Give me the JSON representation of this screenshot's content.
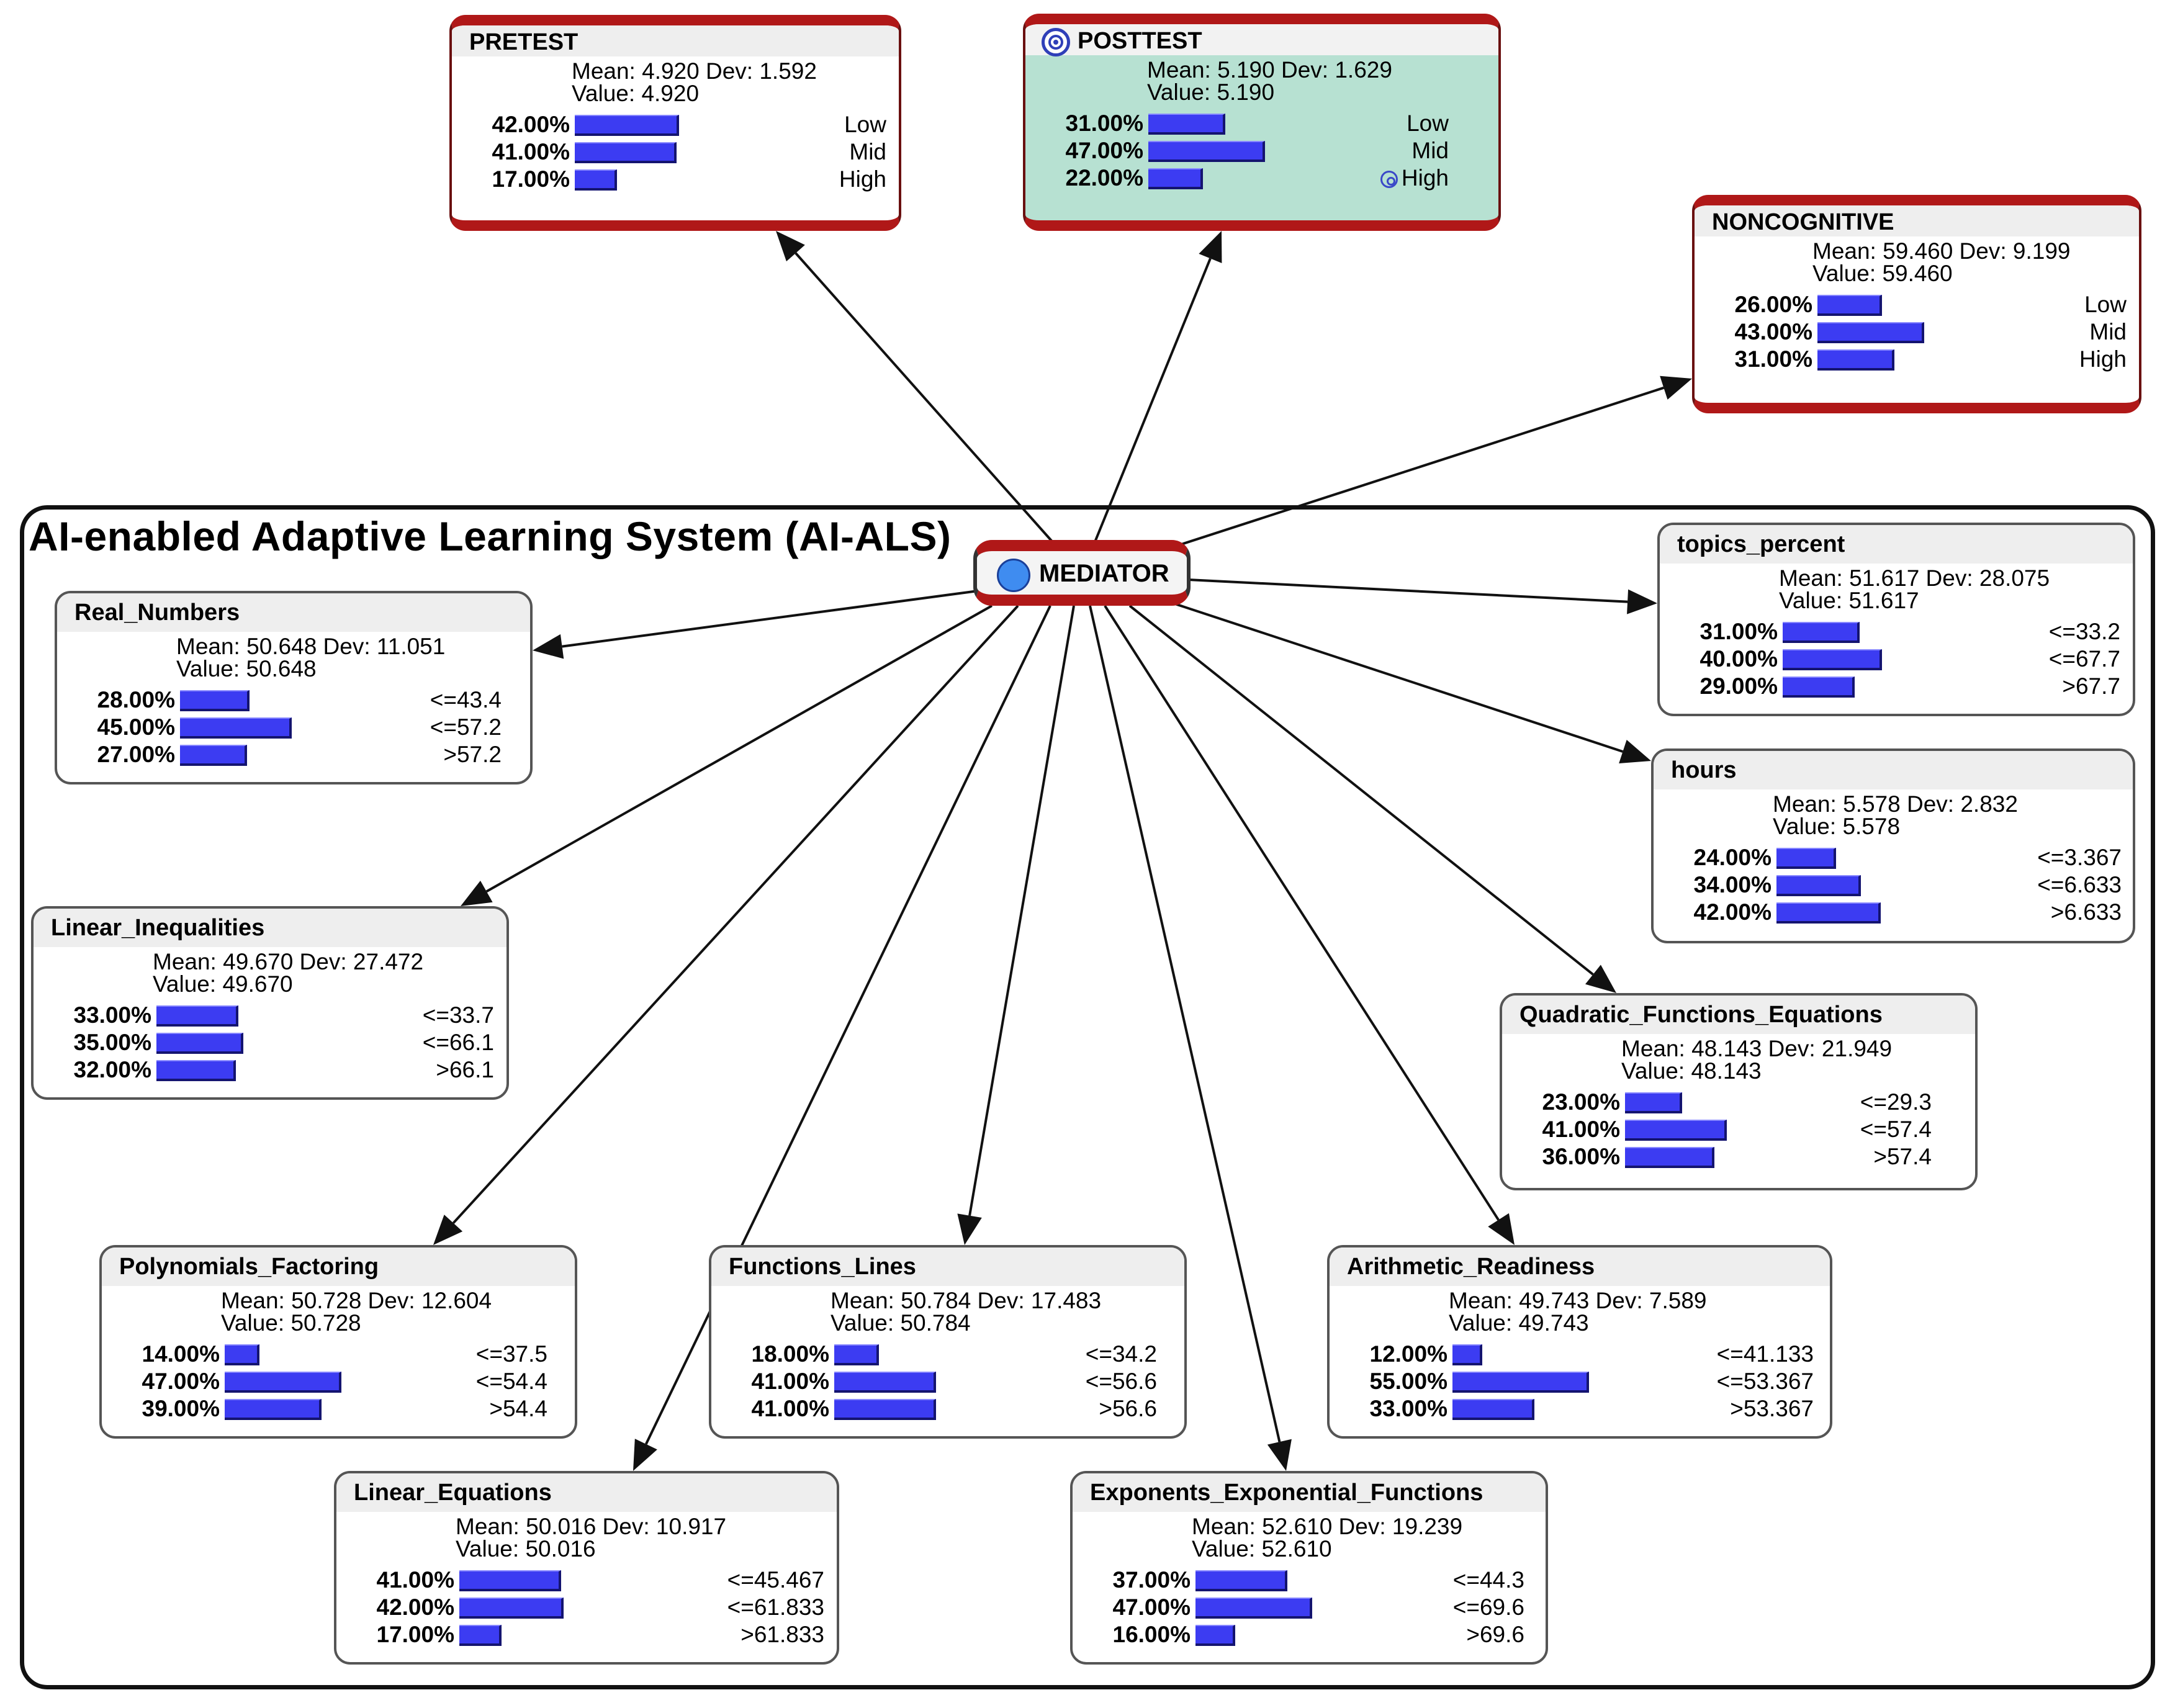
{
  "group": {
    "title": "AI-enabled Adaptive Learning System (AI-ALS)"
  },
  "mediator": {
    "name": "MEDIATOR"
  },
  "colors": {
    "bar": "#3c3cf2",
    "node_border_red": "#b01818",
    "target_fill": "#b7e1d2",
    "mediator_icon": "#3f8cf0"
  },
  "nodes": [
    {
      "id": "pretest",
      "name": "PRETEST",
      "mean": "Mean: 4.920 Dev: 1.592",
      "value": "Value: 4.920",
      "states": [
        {
          "pct": "42.00%",
          "p": 0.42,
          "label": "Low"
        },
        {
          "pct": "41.00%",
          "p": 0.41,
          "label": "Mid"
        },
        {
          "pct": "17.00%",
          "p": 0.17,
          "label": "High"
        }
      ]
    },
    {
      "id": "posttest",
      "name": "POSTTEST",
      "mean": "Mean: 5.190 Dev: 1.629",
      "value": "Value: 5.190",
      "states": [
        {
          "pct": "31.00%",
          "p": 0.31,
          "label": "Low"
        },
        {
          "pct": "47.00%",
          "p": 0.47,
          "label": "Mid"
        },
        {
          "pct": "22.00%",
          "p": 0.22,
          "label": "High"
        }
      ]
    },
    {
      "id": "noncognitive",
      "name": "NONCOGNITIVE",
      "mean": "Mean: 59.460 Dev: 9.199",
      "value": "Value: 59.460",
      "states": [
        {
          "pct": "26.00%",
          "p": 0.26,
          "label": "Low"
        },
        {
          "pct": "43.00%",
          "p": 0.43,
          "label": "Mid"
        },
        {
          "pct": "31.00%",
          "p": 0.31,
          "label": "High"
        }
      ]
    },
    {
      "id": "real_numbers",
      "name": "Real_Numbers",
      "mean": "Mean: 50.648 Dev: 11.051",
      "value": "Value: 50.648",
      "states": [
        {
          "pct": "28.00%",
          "p": 0.28,
          "label": "<=43.4"
        },
        {
          "pct": "45.00%",
          "p": 0.45,
          "label": "<=57.2"
        },
        {
          "pct": "27.00%",
          "p": 0.27,
          "label": ">57.2"
        }
      ]
    },
    {
      "id": "topics_percent",
      "name": "topics_percent",
      "mean": "Mean: 51.617 Dev: 28.075",
      "value": "Value: 51.617",
      "states": [
        {
          "pct": "31.00%",
          "p": 0.31,
          "label": "<=33.2"
        },
        {
          "pct": "40.00%",
          "p": 0.4,
          "label": "<=67.7"
        },
        {
          "pct": "29.00%",
          "p": 0.29,
          "label": ">67.7"
        }
      ]
    },
    {
      "id": "hours",
      "name": "hours",
      "mean": "Mean: 5.578 Dev: 2.832",
      "value": "Value: 5.578",
      "states": [
        {
          "pct": "24.00%",
          "p": 0.24,
          "label": "<=3.367"
        },
        {
          "pct": "34.00%",
          "p": 0.34,
          "label": "<=6.633"
        },
        {
          "pct": "42.00%",
          "p": 0.42,
          "label": ">6.633"
        }
      ]
    },
    {
      "id": "linear_inequalities",
      "name": "Linear_Inequalities",
      "mean": "Mean: 49.670 Dev: 27.472",
      "value": "Value: 49.670",
      "states": [
        {
          "pct": "33.00%",
          "p": 0.33,
          "label": "<=33.7"
        },
        {
          "pct": "35.00%",
          "p": 0.35,
          "label": "<=66.1"
        },
        {
          "pct": "32.00%",
          "p": 0.32,
          "label": ">66.1"
        }
      ]
    },
    {
      "id": "quadratic",
      "name": "Quadratic_Functions_Equations",
      "mean": "Mean: 48.143 Dev: 21.949",
      "value": "Value: 48.143",
      "states": [
        {
          "pct": "23.00%",
          "p": 0.23,
          "label": "<=29.3"
        },
        {
          "pct": "41.00%",
          "p": 0.41,
          "label": "<=57.4"
        },
        {
          "pct": "36.00%",
          "p": 0.36,
          "label": ">57.4"
        }
      ]
    },
    {
      "id": "polynomials",
      "name": "Polynomials_Factoring",
      "mean": "Mean: 50.728 Dev: 12.604",
      "value": "Value: 50.728",
      "states": [
        {
          "pct": "14.00%",
          "p": 0.14,
          "label": "<=37.5"
        },
        {
          "pct": "47.00%",
          "p": 0.47,
          "label": "<=54.4"
        },
        {
          "pct": "39.00%",
          "p": 0.39,
          "label": ">54.4"
        }
      ]
    },
    {
      "id": "functions_lines",
      "name": "Functions_Lines",
      "mean": "Mean: 50.784 Dev: 17.483",
      "value": "Value: 50.784",
      "states": [
        {
          "pct": "18.00%",
          "p": 0.18,
          "label": "<=34.2"
        },
        {
          "pct": "41.00%",
          "p": 0.41,
          "label": "<=56.6"
        },
        {
          "pct": "41.00%",
          "p": 0.41,
          "label": ">56.6"
        }
      ]
    },
    {
      "id": "arithmetic",
      "name": "Arithmetic_Readiness",
      "mean": "Mean: 49.743 Dev: 7.589",
      "value": "Value: 49.743",
      "states": [
        {
          "pct": "12.00%",
          "p": 0.12,
          "label": "<=41.133"
        },
        {
          "pct": "55.00%",
          "p": 0.55,
          "label": "<=53.367"
        },
        {
          "pct": "33.00%",
          "p": 0.33,
          "label": ">53.367"
        }
      ]
    },
    {
      "id": "linear_equations",
      "name": "Linear_Equations",
      "mean": "Mean: 50.016 Dev: 10.917",
      "value": "Value: 50.016",
      "states": [
        {
          "pct": "41.00%",
          "p": 0.41,
          "label": "<=45.467"
        },
        {
          "pct": "42.00%",
          "p": 0.42,
          "label": "<=61.833"
        },
        {
          "pct": "17.00%",
          "p": 0.17,
          "label": ">61.833"
        }
      ]
    },
    {
      "id": "exponents",
      "name": "Exponents_Exponential_Functions",
      "mean": "Mean: 52.610 Dev: 19.239",
      "value": "Value: 52.610",
      "states": [
        {
          "pct": "37.00%",
          "p": 0.37,
          "label": "<=44.3"
        },
        {
          "pct": "47.00%",
          "p": 0.47,
          "label": "<=69.6"
        },
        {
          "pct": "16.00%",
          "p": 0.16,
          "label": ">69.6"
        }
      ]
    }
  ]
}
